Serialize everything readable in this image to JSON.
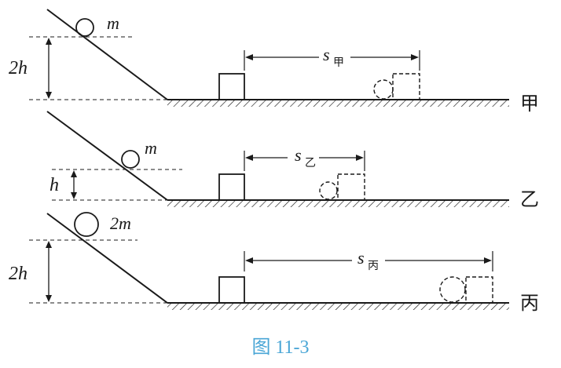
{
  "panels": [
    {
      "name": "甲",
      "mass_label": "m",
      "height_label": "2h",
      "distance_label_main": "s",
      "distance_label_sub": "甲"
    },
    {
      "name": "乙",
      "mass_label": "m",
      "height_label": "h",
      "distance_label_main": "s",
      "distance_label_sub": "乙"
    },
    {
      "name": "丙",
      "mass_label": "2m",
      "height_label": "2h",
      "distance_label_main": "s",
      "distance_label_sub": "丙"
    }
  ],
  "caption": "图 11-3",
  "colors": {
    "ink": "#1a1a1a",
    "caption": "#4aa6d6"
  }
}
